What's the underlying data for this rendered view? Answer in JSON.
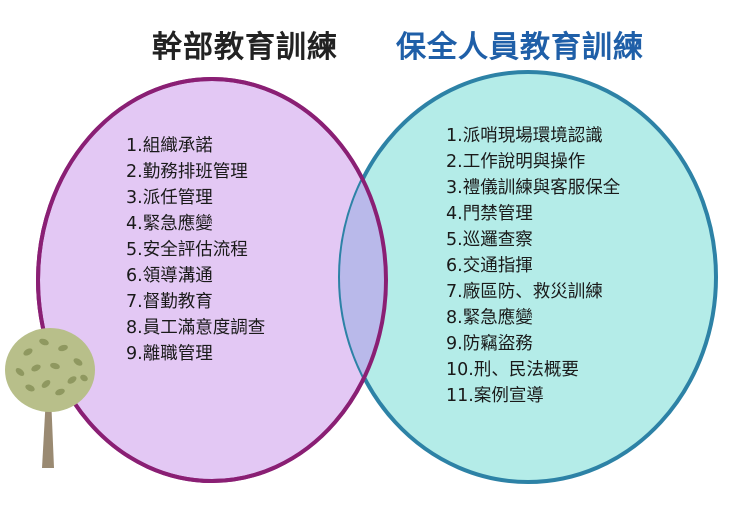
{
  "left": {
    "title": "幹部教育訓練",
    "color": "#222222",
    "fill": "#e3c8f4",
    "stroke": "#8a1f74",
    "items": [
      "1.組織承諾",
      "2.勤務排班管理",
      "3.派任管理",
      "4.緊急應變",
      "5.安全評估流程",
      "6.領導溝通",
      "7.督勤教育",
      "8.員工滿意度調查",
      "9.離職管理"
    ]
  },
  "right": {
    "title": "保全人員教育訓練",
    "color": "#1f5fa8",
    "fill": "#b4ece8",
    "stroke": "#2d82a6",
    "items": [
      "1.派哨現場環境認識",
      "2.工作說明與操作",
      "3.禮儀訓練與客服保全",
      "4.門禁管理",
      "5.巡邏查察",
      "6.交通指揮",
      "7.廠區防、救災訓練",
      "8.緊急應變",
      "9.防竊盜務",
      "10.刑、民法概要",
      "11.案例宣導"
    ]
  },
  "overlap_fill": "#b9b9ea",
  "tree_icon": "tree-icon"
}
